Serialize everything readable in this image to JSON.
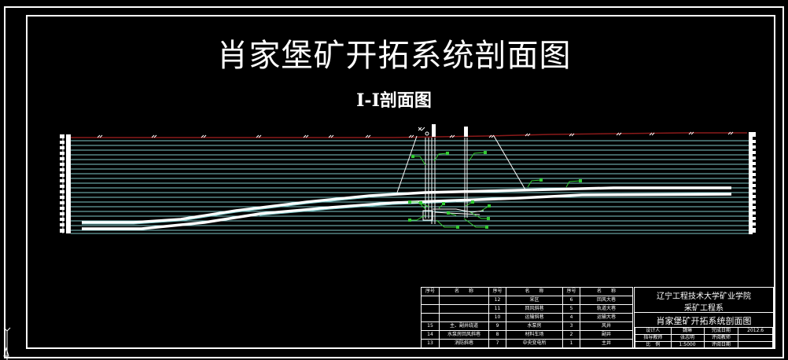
{
  "drawing": {
    "main_title": "肖家堡矿开拓系统剖面图",
    "section_title": "I-I剖面图",
    "colors": {
      "background": "#000000",
      "frame": "#ffffff",
      "surface_line": "#8b1a1a",
      "strata_lines": "#7fc8c8",
      "coal_seams": "#ffffff",
      "labels": "#33cc33"
    }
  },
  "parts_table": {
    "headers": [
      "序号",
      "名　　称",
      "序号",
      "名　　称",
      "序号",
      "名　　称"
    ],
    "rows": [
      [
        "",
        "",
        "12",
        "采区",
        "6",
        "回风大巷"
      ],
      [
        "",
        "",
        "11",
        "回风斜巷",
        "5",
        "轨道大巷"
      ],
      [
        "",
        "",
        "10",
        "运输斜巷",
        "4",
        "运输大巷"
      ],
      [
        "15",
        "主、副井绕道",
        "9",
        "水泵房",
        "3",
        "风井"
      ],
      [
        "14",
        "水泵房回风斜巷",
        "8",
        "材料车场",
        "2",
        "副井"
      ],
      [
        "13",
        "消防斜巷",
        "7",
        "中央变电所",
        "1",
        "主井"
      ]
    ]
  },
  "title_block": {
    "school": "辽宁工程技术大学矿业学院",
    "department": "采矿工程系",
    "drawing_name": "肖家堡矿开拓系统剖面图",
    "rows": [
      [
        "设计人",
        "魏琳",
        "完成日期",
        "2012.6"
      ],
      [
        "指导教师",
        "张志明",
        "评阅教师",
        ""
      ],
      [
        "比　例",
        "1:5000",
        "评阅日期",
        ""
      ]
    ]
  },
  "ucs_icon": {
    "axis_label": "Y"
  }
}
